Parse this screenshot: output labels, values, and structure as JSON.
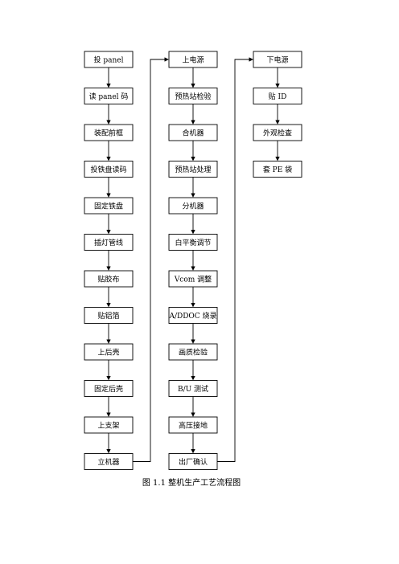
{
  "columns": [
    {
      "id": "col1",
      "steps": [
        "投 panel",
        "读 panel 码",
        "装配前框",
        "投铁盘读码",
        "固定铁盘",
        "插灯管线",
        "贴胶布",
        "贴铝箔",
        "上后壳",
        "固定后壳",
        "上支架",
        "立机器"
      ]
    },
    {
      "id": "col2",
      "steps": [
        "上电源",
        "预热站检验",
        "合机器",
        "预热站处理",
        "分机器",
        "白平衡调节",
        "Vcom 调整",
        "A/DDOC 烧录",
        "画质检验",
        "B/U 测试",
        "高压接地",
        "出厂确认"
      ]
    },
    {
      "id": "col3",
      "steps": [
        "下电源",
        "贴 ID",
        "外观检查",
        "套 PE 袋"
      ]
    }
  ],
  "caption": "图 1.1  整机生产工艺流程图",
  "colors": {
    "stroke": "#000000",
    "fill": "#ffffff",
    "text": "#000000"
  }
}
